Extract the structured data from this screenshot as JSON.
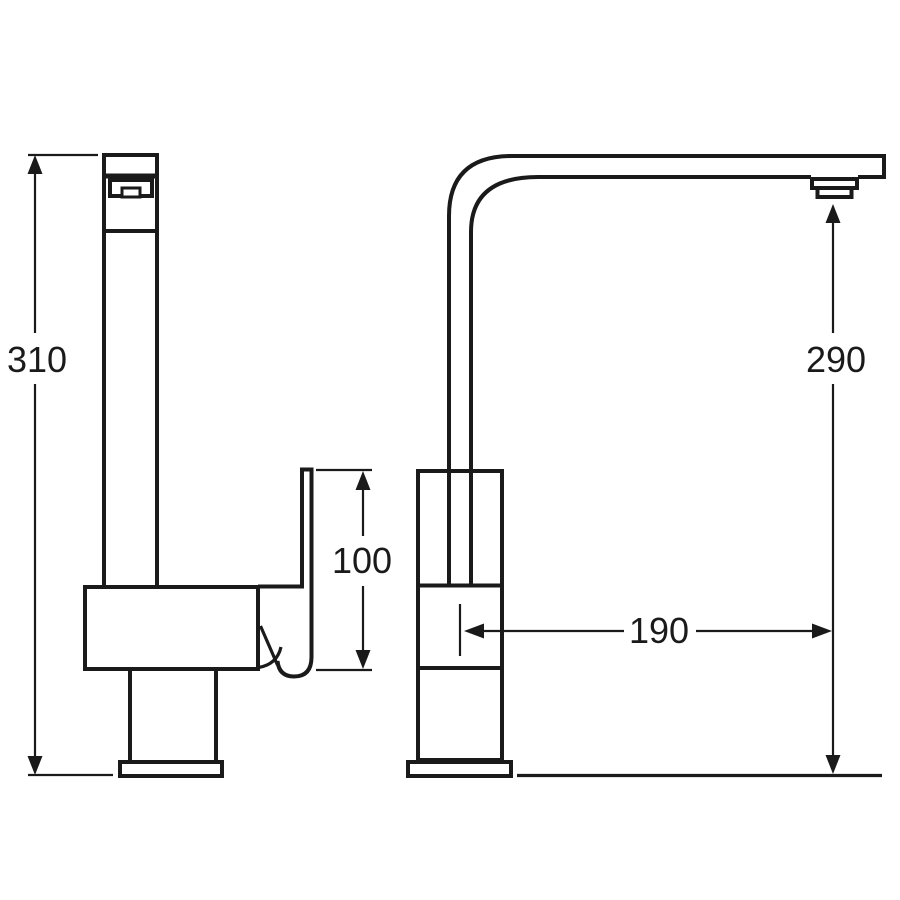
{
  "drawing": {
    "subject": "kitchen-mixer-tap-dimension-drawing",
    "colors": {
      "line": "#1a1a1a",
      "background": "#ffffff"
    },
    "dimensions": {
      "overall_height": {
        "label": "310"
      },
      "handle_height": {
        "label": "100"
      },
      "spout_reach": {
        "label": "190"
      },
      "outlet_height": {
        "label": "290"
      }
    }
  }
}
